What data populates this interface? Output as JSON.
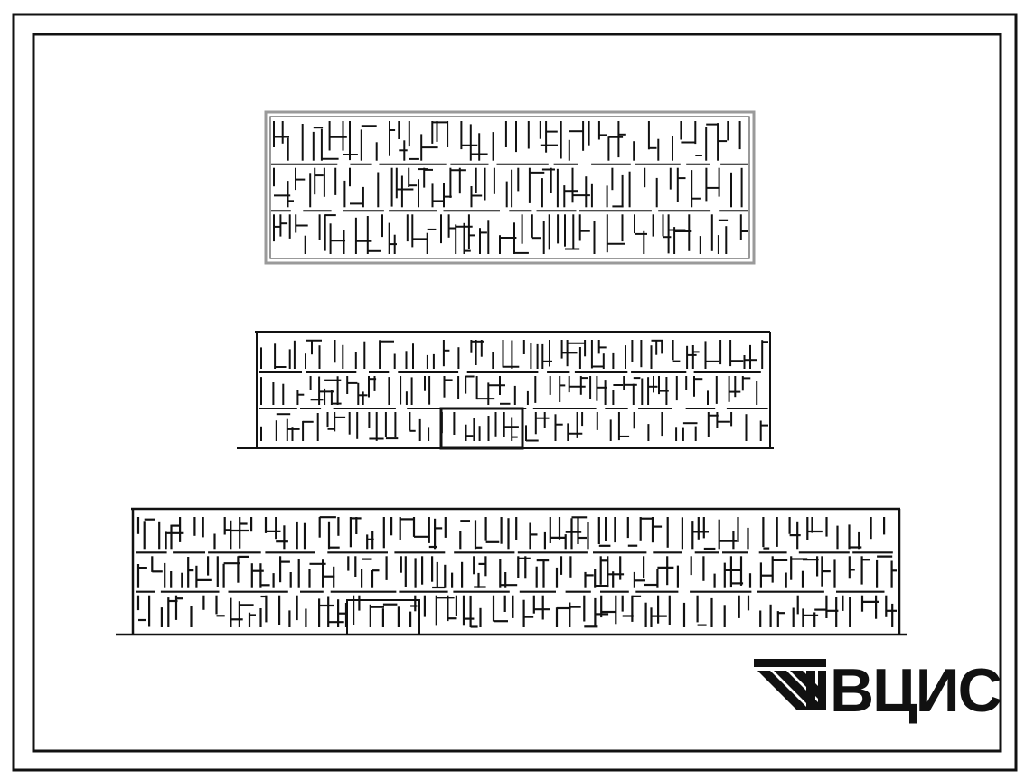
{
  "logo": {
    "text": "ВЦИС",
    "color": "#111111"
  },
  "drawing": {
    "line_color": "#111111",
    "plan_outline_color": "#9a9a9a",
    "views": [
      {
        "id": "plan",
        "kind": "floor-plan",
        "storeys": 3
      },
      {
        "id": "elevation-front",
        "kind": "facade",
        "storeys": 3
      },
      {
        "id": "elevation-rear",
        "kind": "facade",
        "storeys": 3
      }
    ]
  }
}
